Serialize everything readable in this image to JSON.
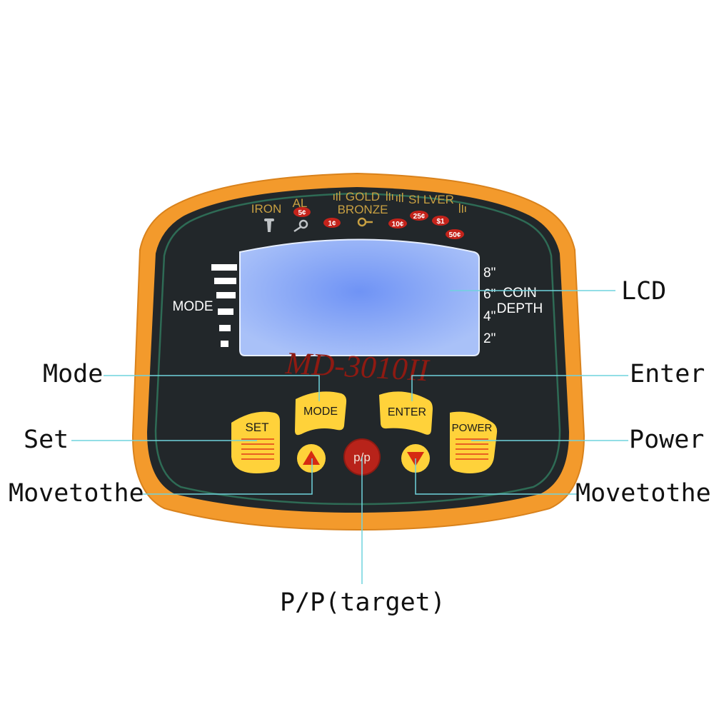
{
  "panel": {
    "metals": {
      "iron": "IRON",
      "al": "AL",
      "gold": "GOLD",
      "bronze": "BRONZE",
      "silver": "SI LVER"
    },
    "coins": [
      "5¢",
      "1¢",
      "10¢",
      "25¢",
      "$1",
      "50¢"
    ],
    "mode_label": "MODE",
    "depth": {
      "marks": [
        "8\"",
        "6\"",
        "4\"",
        "2\""
      ],
      "coin": "COIN",
      "depth": "DEPTH"
    },
    "model": "MD-3010II",
    "buttons": {
      "mode": "MODE",
      "enter": "ENTER",
      "set": "SET",
      "power": "POWER",
      "pp": "p/p"
    }
  },
  "callouts": {
    "lcd": "LCD",
    "mode": "Mode",
    "enter": "Enter",
    "set": "Set",
    "power": "Power",
    "up": "Movetothe",
    "down": "Movetothe",
    "pp": "P/P(target)"
  },
  "colors": {
    "housing": "#F39A2C",
    "face": "#22272A",
    "trim": "#2E6B55",
    "lcd": "#7EA2F5",
    "button_yellow": "#FFD23A",
    "arrow_red": "#D62A12",
    "pp_red": "#B8231A",
    "model_red": "#8E1A12",
    "metal_gold": "#C8A042",
    "leader": "#6FD3DD"
  }
}
